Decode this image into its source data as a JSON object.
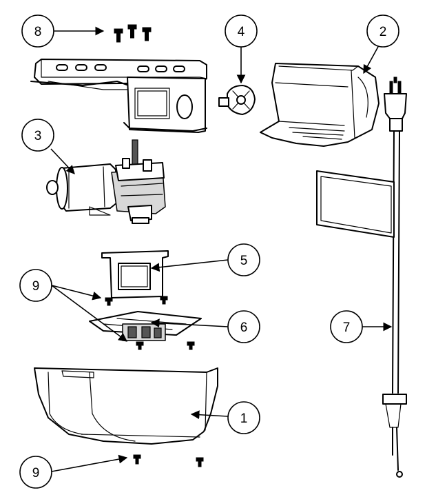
{
  "callouts": {
    "c1": "1",
    "c2": "2",
    "c3": "3",
    "c4": "4",
    "c5": "5",
    "c6": "6",
    "c7": "7",
    "c8": "8",
    "c9a": "9",
    "c9b": "9"
  }
}
